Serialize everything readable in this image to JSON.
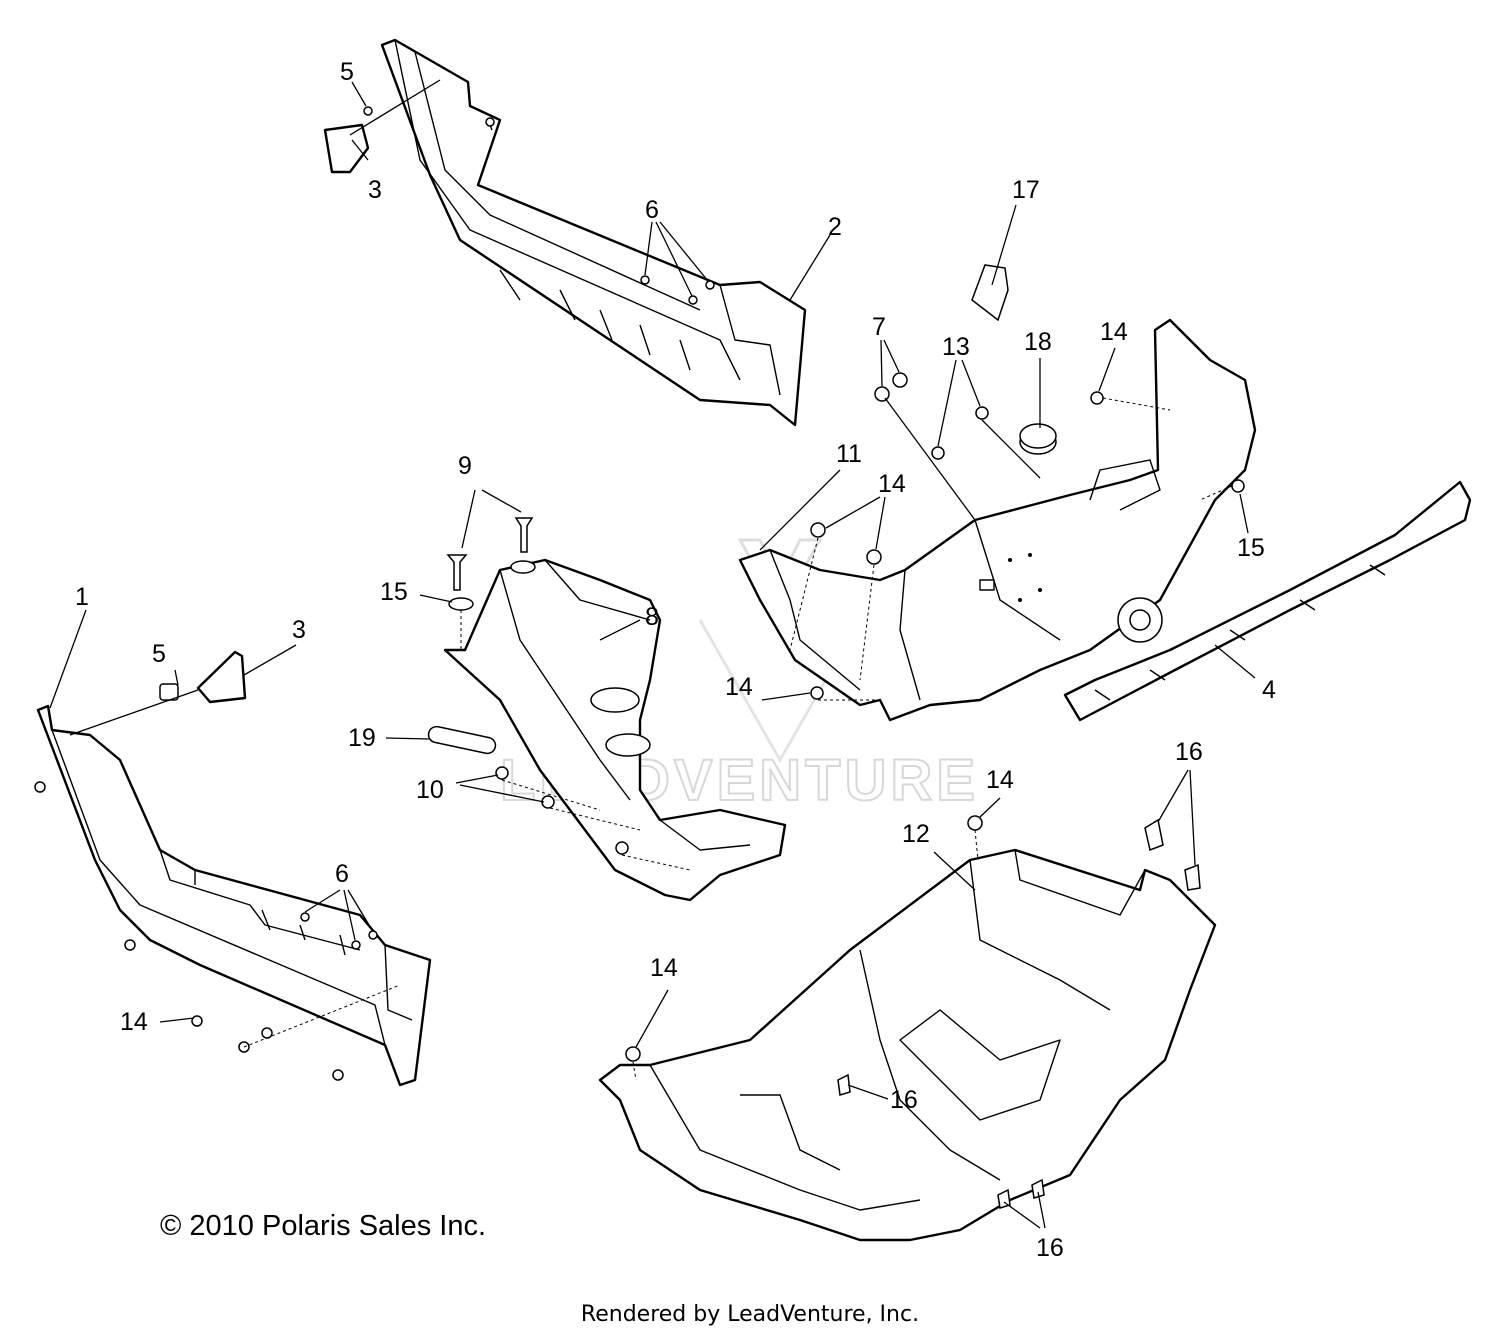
{
  "copyright": "© 2010 Polaris Sales Inc.",
  "rendered_by": "Rendered by LeadVenture, Inc.",
  "watermark": "LEADVENTURE",
  "callouts": {
    "c1": "1",
    "c2": "2",
    "c3a": "3",
    "c3b": "3",
    "c4": "4",
    "c5a": "5",
    "c5b": "5",
    "c6a": "6",
    "c6b": "6",
    "c7": "7",
    "c8": "8",
    "c9": "9",
    "c10": "10",
    "c11": "11",
    "c12": "12",
    "c13": "13",
    "c14a": "14",
    "c14b": "14",
    "c14c": "14",
    "c14d": "14",
    "c14e": "14",
    "c14f": "14",
    "c15a": "15",
    "c15b": "15",
    "c16a": "16",
    "c16b": "16",
    "c16c": "16",
    "c17": "17",
    "c18": "18",
    "c19": "19"
  }
}
